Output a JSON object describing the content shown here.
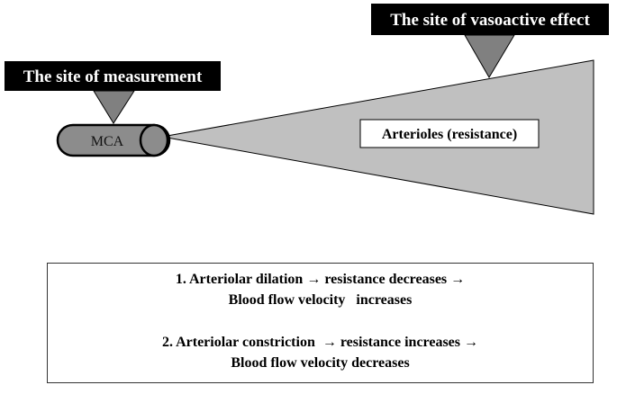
{
  "diagram": {
    "measurement_label": "The site of measurement",
    "vasoactive_label": "The site of vasoactive effect",
    "vessel_label": "MCA",
    "arterioles_label": "Arterioles (resistance)"
  },
  "info_box": {
    "line1": "1. Arteriolar dilation → resistance decreases →",
    "line2": "Blood flow velocity   increases",
    "line3": "2. Arteriolar constriction  → resistance increases →",
    "line4": "Blood flow velocity decreases"
  },
  "colors": {
    "label_background": "#000000",
    "pointer_fill": "#808080",
    "vessel_fill": "#8c8c8c",
    "cone_fill": "#c0c0c0",
    "outline": "#000000"
  }
}
